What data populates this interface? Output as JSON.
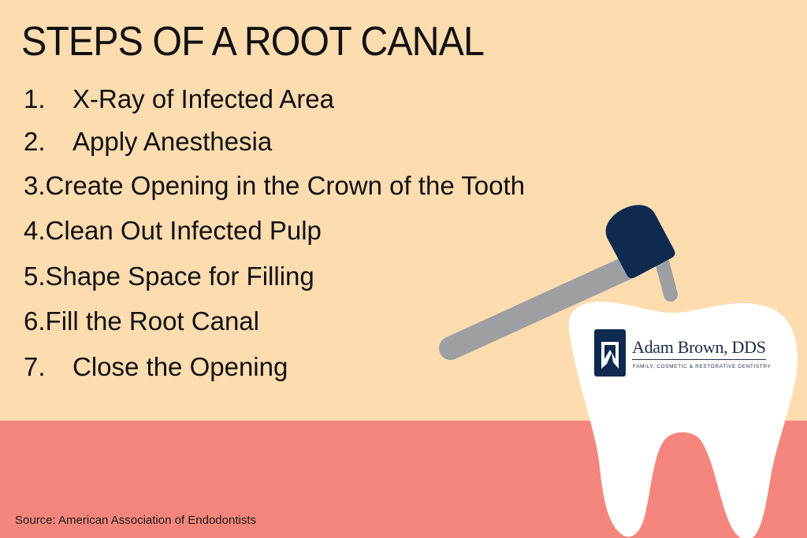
{
  "title": "STEPS OF A ROOT CANAL",
  "steps": [
    {
      "number": "1.",
      "text": "X-Ray of Infected Area"
    },
    {
      "number": "2.",
      "text": "Apply Anesthesia"
    },
    {
      "number": "3.",
      "text": "Create Opening in the Crown of the Tooth"
    },
    {
      "number": "4.",
      "text": "Clean Out Infected Pulp"
    },
    {
      "number": "5.",
      "text": "Shape Space for Filling"
    },
    {
      "number": "6.",
      "text": "Fill the Root Canal"
    },
    {
      "number": "7.",
      "text": "Close the Opening"
    }
  ],
  "logo": {
    "name": "Adam Brown, DDS",
    "tagline": "FAMILY, COSMETIC & RESTORATIVE DENTISTRY"
  },
  "source": "Source: American Association of Endodontists",
  "colors": {
    "background": "#fddcb0",
    "gum": "#f4867d",
    "tooth": "#ffffff",
    "drill_handle": "#9d9fa3",
    "drill_head": "#0f2a4f",
    "brand_navy": "#1b2a4a"
  },
  "icons": {
    "illustration": "tooth-with-dental-drill",
    "logo_mark": "tooth-logo-mark"
  }
}
